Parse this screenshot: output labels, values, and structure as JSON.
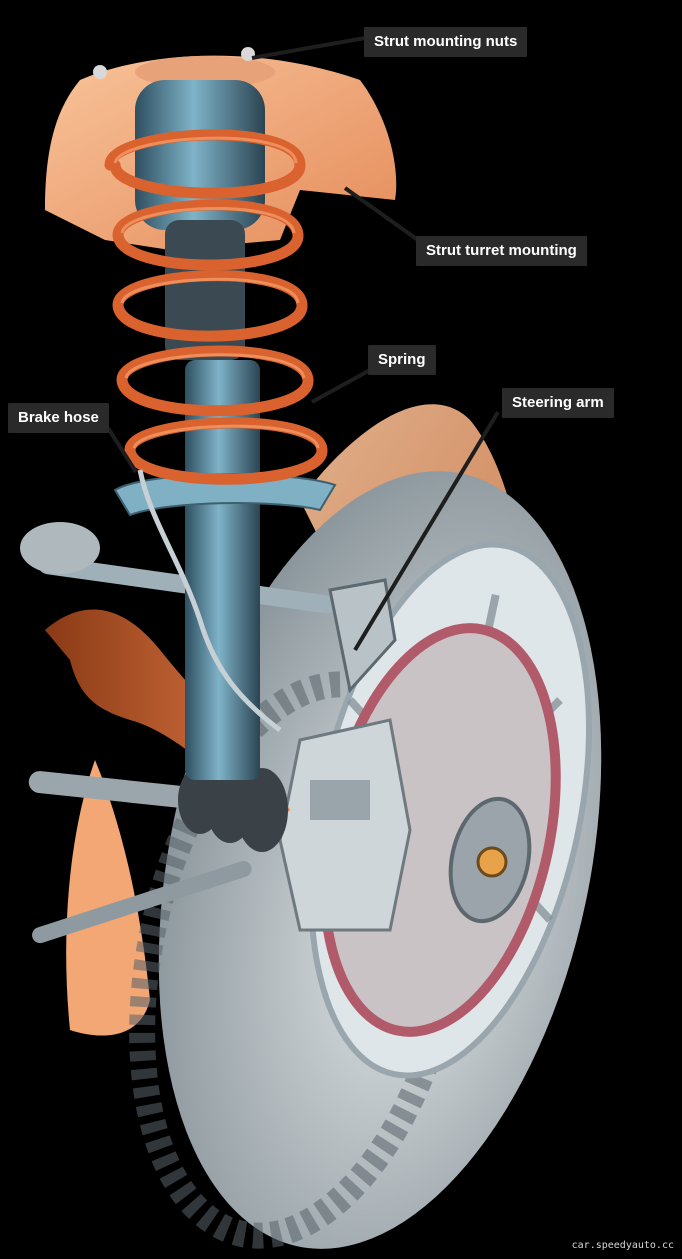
{
  "labels": {
    "strut_mounting_nuts": "Strut mounting nuts",
    "strut_turret_mounting": "Strut turret mounting",
    "spring": "Spring",
    "brake_hose": "Brake hose",
    "steering_arm": "Steering arm"
  },
  "watermark": "car.speedyauto.cc",
  "colors": {
    "background": "#000000",
    "label_bg": "#2a2a2a",
    "label_text": "#ffffff",
    "turret": "#f6b98c",
    "spring": "#d9622f",
    "strut": "#5b8ea6",
    "tyre": "#c9cfd3",
    "disc": "#b05a6a"
  }
}
